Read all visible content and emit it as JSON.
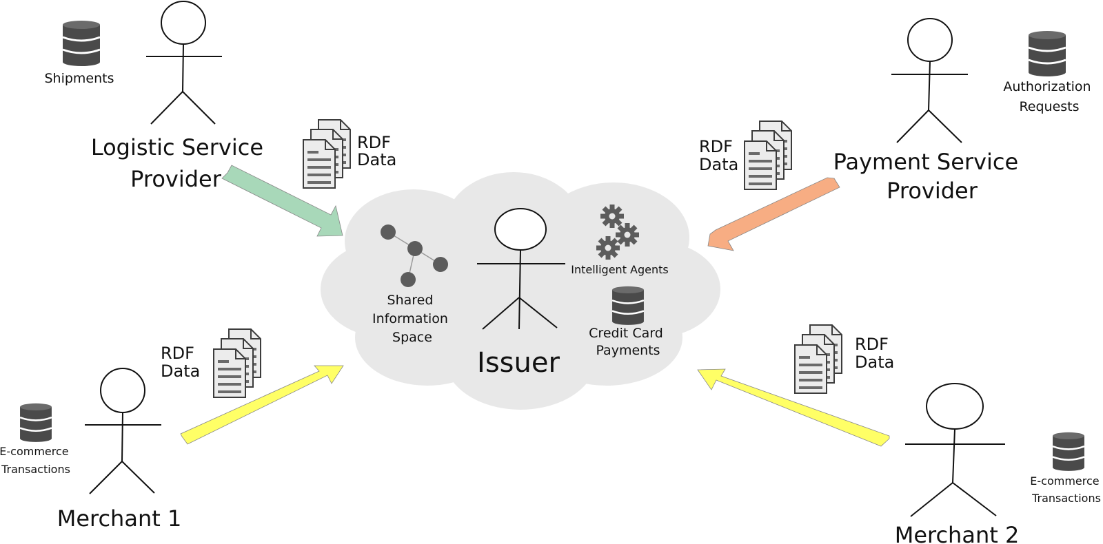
{
  "center": {
    "issuer_label": "Issuer",
    "shared_space_label": [
      "Shared",
      "Information",
      "Space"
    ],
    "agents_label": "Intelligent Agents",
    "payments_label": [
      "Credit Card",
      "Payments"
    ]
  },
  "actors": {
    "logistic": {
      "name": [
        "Logistic Service",
        "Provider"
      ],
      "db_label": [
        "Shipments"
      ],
      "arrow_color": "#a8d8b9"
    },
    "payment": {
      "name": [
        "Payment Service",
        "Provider"
      ],
      "db_label": [
        "Authorization",
        "Requests"
      ],
      "arrow_color": "#f7ad83"
    },
    "merchant1": {
      "name": [
        "Merchant 1"
      ],
      "db_label": [
        "E-commerce",
        "Transactions"
      ],
      "arrow_color": "#ffff66"
    },
    "merchant2": {
      "name": [
        "Merchant 2"
      ],
      "db_label": [
        "E-commerce",
        "Transactions"
      ],
      "arrow_color": "#ffff66"
    }
  },
  "rdf_label": [
    "RDF",
    "Data"
  ],
  "colors": {
    "cloud": "#e8e8e8",
    "icon": "#5c5c5c"
  }
}
